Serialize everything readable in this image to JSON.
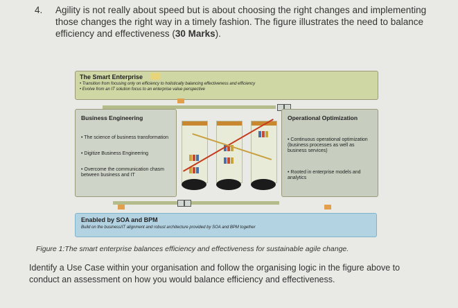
{
  "question": {
    "number": "4.",
    "text": "Agility is not really about speed but is about choosing the right changes and implementing those changes the right way in a timely fashion. The figure illustrates the need to balance efficiency and effectiveness (",
    "marks": "30 Marks",
    "close": ")."
  },
  "figure": {
    "smart_enterprise": {
      "title": "The Smart Enterprise",
      "bullets": [
        "• Transition from focusing only on efficiency to holistically balancing effectiveness and efficiency",
        "• Evolve from an IT solution focus to an enterprise value perspective"
      ]
    },
    "business_engineering": {
      "title": "Business Engineering",
      "bullets": [
        "• The science of business transformation",
        "• Digitize Business Engineering",
        "• Overcome the communication chasm between business and IT"
      ]
    },
    "operational_optimization": {
      "title": "Operational Optimization",
      "bullets": [
        "• Continuous operational optimization (business processes as well as business services)",
        "• Rooted in enterprise models and analytics"
      ]
    },
    "soa_bpm": {
      "title": "Enabled by SOA and BPM",
      "subtitle": "Build on the business/IT alignment and robust architecture provided by SOA and BPM together"
    }
  },
  "caption": "Figure 1:The smart enterprise balances efficiency and effectiveness for sustainable agile change.",
  "task": "Identify a Use Case within your organisation and follow the organising logic in the figure above to conduct an assessment on how you would balance efficiency and effectiveness.",
  "colors": {
    "smart_box": "#cfd7a4",
    "soa_box": "#b3d3e3",
    "accent_orange": "#e3a04c",
    "red_line": "#c63a1c"
  }
}
